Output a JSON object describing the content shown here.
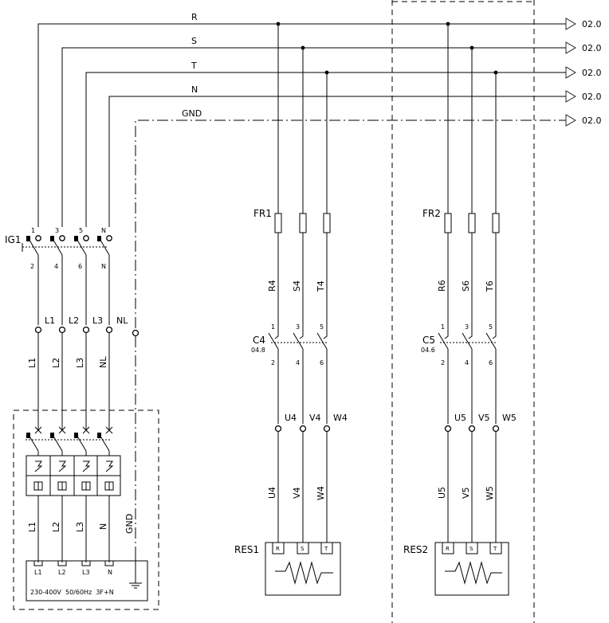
{
  "bus": {
    "lines": [
      {
        "label": "R",
        "ref": "02.0"
      },
      {
        "label": "S",
        "ref": "02.0"
      },
      {
        "label": "T",
        "ref": "02.0"
      },
      {
        "label": "N",
        "ref": "02.0"
      },
      {
        "label": "GND",
        "ref": "02.0"
      }
    ]
  },
  "main_switch": {
    "tag": "IG1",
    "top_terminals": [
      "1",
      "3",
      "5",
      "N"
    ],
    "bottom_terminals": [
      "2",
      "4",
      "6",
      "N"
    ]
  },
  "distribution": {
    "terminal_labels": [
      "L1",
      "L2",
      "L3",
      "NL"
    ],
    "wire_labels": [
      "L1",
      "L2",
      "L3",
      "NL"
    ]
  },
  "supply_box": {
    "wire_labels": [
      "L1",
      "L2",
      "L3",
      "N"
    ],
    "gnd_label": "GND",
    "terminals": [
      "L1",
      "L2",
      "L3",
      "N"
    ],
    "rating": "230-400V  50/60Hz  3F+N"
  },
  "circuits": [
    {
      "fuse_tag": "FR1",
      "wire_top": [
        "R4",
        "S4",
        "T4"
      ],
      "contactor_tag": "C4",
      "contactor_ref": "04.8",
      "contactor_top": [
        "1",
        "3",
        "5"
      ],
      "contactor_bottom": [
        "2",
        "4",
        "6"
      ],
      "terminal_labels": [
        "U4",
        "V4",
        "W4"
      ],
      "wire_bottom": [
        "U4",
        "V4",
        "W4"
      ],
      "load_tag": "RES1",
      "load_terminals": [
        "R",
        "S",
        "T"
      ]
    },
    {
      "fuse_tag": "FR2",
      "wire_top": [
        "R6",
        "S6",
        "T6"
      ],
      "contactor_tag": "C5",
      "contactor_ref": "04.6",
      "contactor_top": [
        "1",
        "3",
        "5"
      ],
      "contactor_bottom": [
        "2",
        "4",
        "6"
      ],
      "terminal_labels": [
        "U5",
        "V5",
        "W5"
      ],
      "wire_bottom": [
        "U5",
        "V5",
        "W5"
      ],
      "load_tag": "RES2",
      "load_terminals": [
        "R",
        "S",
        "T"
      ]
    }
  ]
}
